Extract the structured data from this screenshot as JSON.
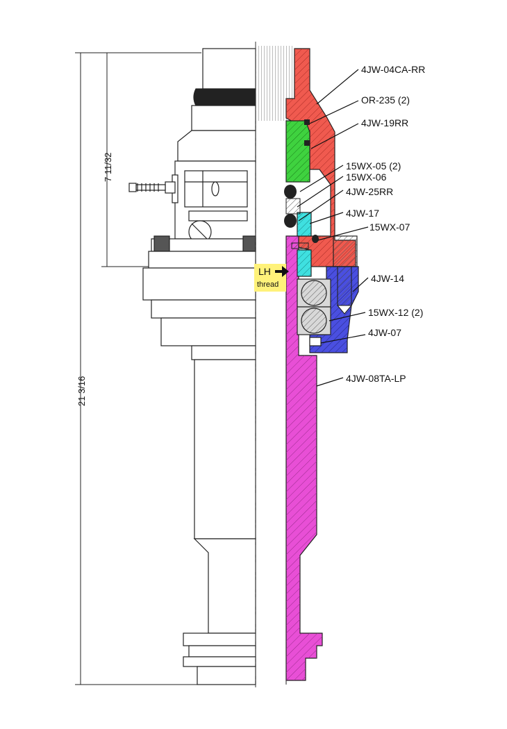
{
  "dimensions": {
    "overall": "21 3/16",
    "upper": "7 11/32"
  },
  "thread_note": {
    "line1": "LH",
    "line2": "thread",
    "highlight": "#fff27a"
  },
  "callouts": [
    {
      "id": "4jw-04ca-rr",
      "label": "4JW-04CA-RR"
    },
    {
      "id": "or-235",
      "label": "OR-235 (2)"
    },
    {
      "id": "4jw-19rr",
      "label": "4JW-19RR"
    },
    {
      "id": "15wx-05",
      "label": "15WX-05 (2)"
    },
    {
      "id": "15wx-06",
      "label": "15WX-06"
    },
    {
      "id": "4jw-25rr",
      "label": "4JW-25RR"
    },
    {
      "id": "4jw-17",
      "label": "4JW-17"
    },
    {
      "id": "15wx-07",
      "label": "15WX-07"
    },
    {
      "id": "4jw-14",
      "label": "4JW-14"
    },
    {
      "id": "15wx-12",
      "label": "15WX-12 (2)"
    },
    {
      "id": "4jw-07",
      "label": "4JW-07"
    },
    {
      "id": "4jw-08ta-lp",
      "label": "4JW-08TA-LP"
    }
  ],
  "colors": {
    "red_part": "#f05a4f",
    "green_part": "#3fd23f",
    "cyan_part": "#3fe0e0",
    "magenta_part": "#e84fd6",
    "blue_part": "#4a4fe0",
    "outline": "#222222"
  }
}
